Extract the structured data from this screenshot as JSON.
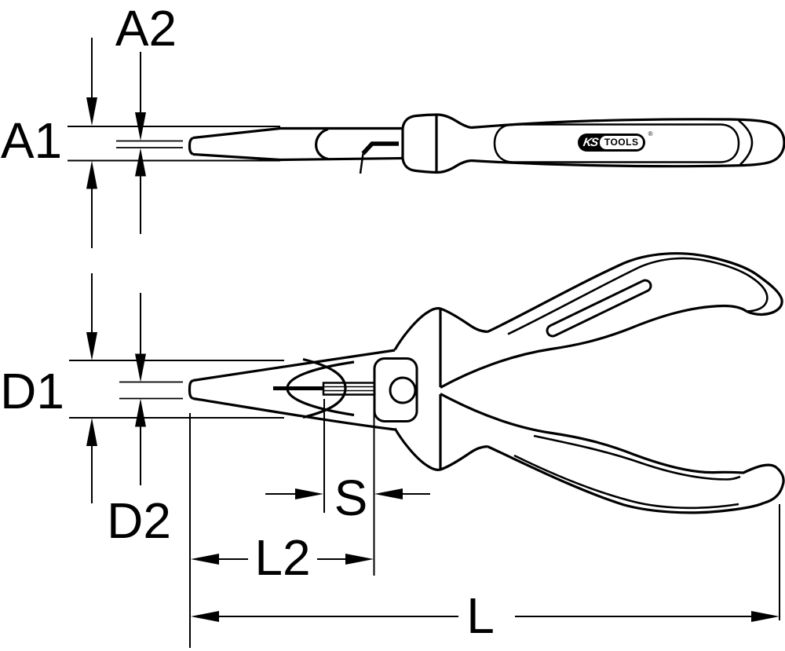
{
  "meta": {
    "background_color": "#ffffff",
    "line_color": "#000000"
  },
  "logo": {
    "ks": "KS",
    "tools": "TOOLS",
    "registered": "®"
  },
  "dimensions": {
    "a1": {
      "label": "A1"
    },
    "a2": {
      "label": "A2"
    },
    "d1": {
      "label": "D1"
    },
    "d2": {
      "label": "D2"
    },
    "s": {
      "label": "S"
    },
    "l2": {
      "label": "L2"
    },
    "l": {
      "label": "L"
    }
  }
}
